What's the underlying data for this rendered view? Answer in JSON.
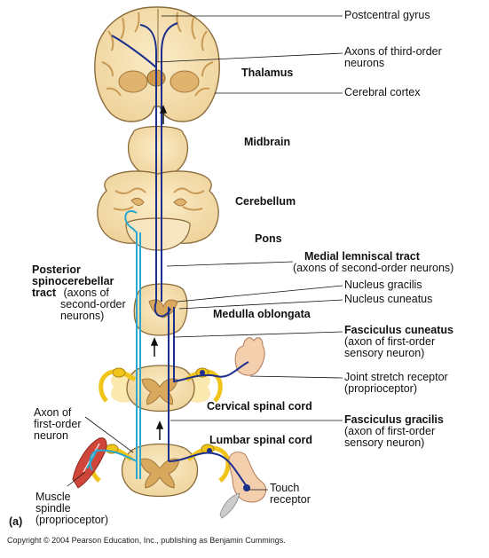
{
  "labels": {
    "postcentral_gyrus": "Postcentral gyrus",
    "axons_third_order": "Axons of third-order\nneurons",
    "cerebral_cortex": "Cerebral cortex",
    "thalamus": "Thalamus",
    "midbrain": "Midbrain",
    "cerebellum": "Cerebellum",
    "pons": "Pons",
    "medial_lemniscal_title": "Medial lemniscal tract",
    "medial_lemniscal_sub": "(axons of second-order neurons)",
    "posterior_spino_title": "Posterior\nspinocerebellar\ntract",
    "posterior_spino_sub": " (axons of\nsecond-order\nneurons)",
    "nucleus_gracilis": "Nucleus gracilis",
    "nucleus_cuneatus": "Nucleus cuneatus",
    "medulla_oblongata": "Medulla oblongata",
    "fasciculus_cuneatus_title": "Fasciculus cuneatus",
    "fasciculus_cuneatus_sub": "(axon of first-order\nsensory neuron)",
    "joint_stretch": "Joint stretch receptor\n(proprioceptor)",
    "cervical_cord": "Cervical spinal cord",
    "fasciculus_gracilis_title": "Fasciculus gracilis",
    "fasciculus_gracilis_sub": "(axon of first-order\nsensory neuron)",
    "axon_first_order": "Axon of\nfirst-order\nneuron",
    "lumbar_cord": "Lumbar spinal cord",
    "muscle_spindle": "Muscle\nspindle\n(proprioceptor)",
    "touch_receptor": "Touch\nreceptor",
    "panel": "(a)",
    "copyright": "Copyright © 2004 Pearson Education, Inc., publishing as Benjamin Cummings."
  },
  "colors": {
    "tissue": "#f6dfb0",
    "white_matter": "#f3e6c8",
    "gray_matter": "#d8a85c",
    "outline": "#8a6a3a",
    "neuron_blue": "#1c2f8c",
    "spino_cyan": "#2aa7cf",
    "nerve_yellow": "#f0c419",
    "muscle_red": "#d0453a"
  },
  "icons": [
    "brain-section-icon",
    "spinal-cord-section-icon",
    "hand-icon",
    "foot-icon",
    "muscle-spindle-icon",
    "feather-icon",
    "arrow-up-icon"
  ]
}
